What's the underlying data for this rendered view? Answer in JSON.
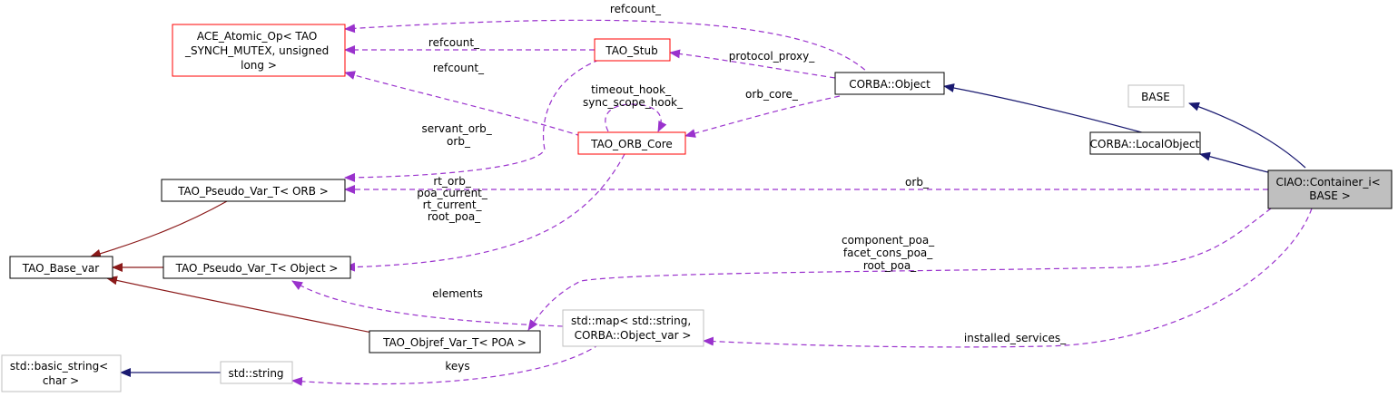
{
  "colors": {
    "inheritance": "#191970",
    "inheritance_red": "#8b1a1a",
    "usage": "#9a32cd",
    "border_normal": "#000000",
    "border_incomplete": "#bfbfbf",
    "border_truncated": "#ff0000",
    "highlight_fill": "#bfbfbf"
  },
  "nodes": {
    "ace_atomic": {
      "lines": [
        "ACE_Atomic_Op< TAO",
        "_SYNCH_MUTEX, unsigned",
        "long >"
      ]
    },
    "tao_stub": {
      "lines": [
        "TAO_Stub"
      ]
    },
    "corba_object": {
      "lines": [
        "CORBA::Object"
      ]
    },
    "base": {
      "lines": [
        "BASE"
      ]
    },
    "corba_localobject": {
      "lines": [
        "CORBA::LocalObject"
      ]
    },
    "ciao_container": {
      "lines": [
        "CIAO::Container_i<",
        "BASE >"
      ]
    },
    "tao_orb_core": {
      "lines": [
        "TAO_ORB_Core"
      ]
    },
    "pseudo_orb": {
      "lines": [
        "TAO_Pseudo_Var_T< ORB >"
      ]
    },
    "tao_base_var": {
      "lines": [
        "TAO_Base_var"
      ]
    },
    "pseudo_object": {
      "lines": [
        "TAO_Pseudo_Var_T< Object >"
      ]
    },
    "objref_poa": {
      "lines": [
        "TAO_Objref_Var_T< POA >"
      ]
    },
    "std_map": {
      "lines": [
        "std::map< std::string,",
        "CORBA::Object_var >"
      ]
    },
    "basic_string": {
      "lines": [
        "std::basic_string<",
        "char >"
      ]
    },
    "std_string": {
      "lines": [
        "std::string"
      ]
    }
  },
  "edge_labels": {
    "refcount_top": [
      "refcount_"
    ],
    "refcount_stub": [
      "refcount_"
    ],
    "refcount_orb": [
      "refcount_"
    ],
    "protocol_proxy": [
      "protocol_proxy_"
    ],
    "orb_core": [
      "orb_core_"
    ],
    "timeout_hook": [
      "timeout_hook_",
      "sync_scope_hook_"
    ],
    "servant_orb": [
      "servant_orb_",
      "orb_"
    ],
    "rt_orb": [
      "rt_orb_",
      "poa_current_",
      "rt_current_",
      "root_poa_"
    ],
    "orb": [
      "orb_"
    ],
    "component_poa": [
      "component_poa_",
      "facet_cons_poa_",
      "root_poa_"
    ],
    "elements": [
      "elements"
    ],
    "installed_services": [
      "installed_services_"
    ],
    "keys": [
      "keys"
    ]
  }
}
